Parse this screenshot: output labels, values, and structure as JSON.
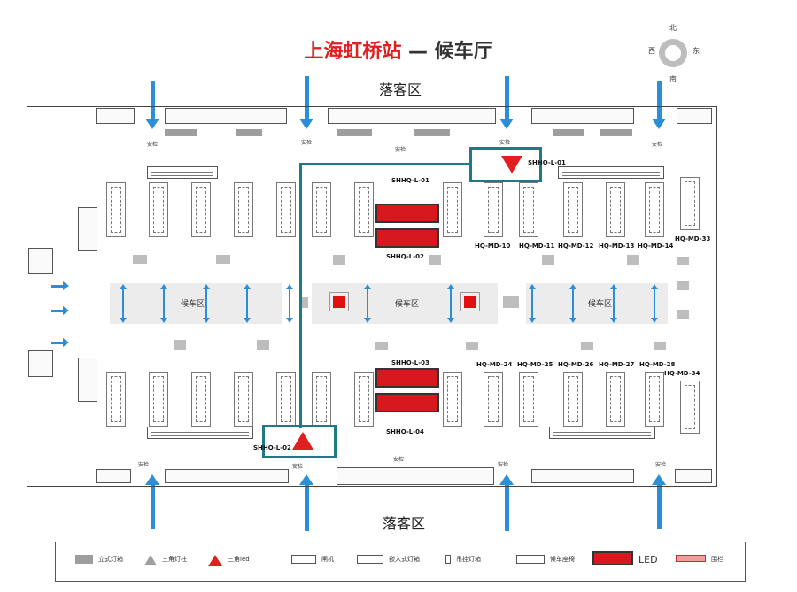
{
  "title": {
    "station": "上海虹桥站",
    "dash": "—",
    "hall": "候车厅"
  },
  "compass": {
    "north": "北",
    "west": "西",
    "east": "东",
    "south": "南"
  },
  "zones": {
    "arrival_top": "落客区",
    "arrival_bottom": "落客区",
    "waiting": "候车区"
  },
  "security_label": "安检",
  "highlight_codes": {
    "top": "SHHQ-L-01",
    "bottom": "SHHQ-L-02"
  },
  "led_codes": {
    "top_a": "SHHQ-L-01",
    "top_b": "SHHQ-L-02",
    "bottom_a": "SHHQ-L-03",
    "bottom_b": "SHHQ-L-04"
  },
  "md_top": [
    "HQ-MD-10",
    "HQ-MD-11",
    "HQ-MD-12",
    "HQ-MD-13",
    "HQ-MD-14",
    "HQ-MD-33"
  ],
  "md_bottom": [
    "HQ-MD-24",
    "HQ-MD-25",
    "HQ-MD-26",
    "HQ-MD-27",
    "HQ-MD-28",
    "HQ-MD-34"
  ],
  "legend": {
    "standing": "立式灯箱",
    "tri_board": "三角灯柱",
    "tri_led": "三角led",
    "gate": "闸机",
    "embedded": "嵌入式灯箱",
    "hanging": "吊挂灯箱",
    "bench": "候车座椅",
    "led": "LED",
    "rail": "围栏"
  },
  "colors": {
    "accent_red": "#e02020",
    "teal_highlight": "#1e7a86",
    "flow_arrow": "#2a8fd8",
    "led_red": "#d8181f"
  }
}
